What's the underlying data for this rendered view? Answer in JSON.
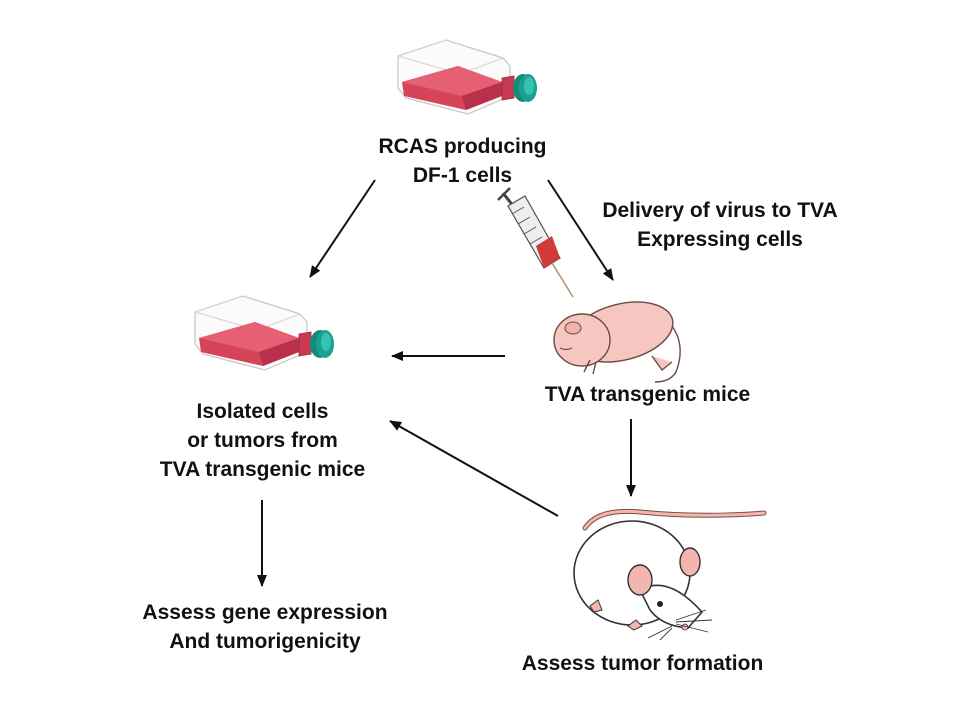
{
  "nodes": {
    "rcas_cells": {
      "lines": [
        "RCAS producing",
        "DF-1 cells"
      ]
    },
    "tva_mice": {
      "lines": [
        "TVA transgenic mice"
      ]
    },
    "isolated_cells": {
      "lines": [
        "Isolated cells",
        "or tumors from",
        "TVA transgenic mice"
      ]
    },
    "assess_gene": {
      "lines": [
        "Assess gene expression",
        "And tumorigenicity"
      ]
    },
    "assess_tumor": {
      "lines": [
        "Assess tumor formation"
      ]
    }
  },
  "edges": {
    "delivery": {
      "lines": [
        "Delivery of virus to TVA",
        "Expressing cells"
      ]
    }
  },
  "icons": {
    "flask": "culture-flask-icon",
    "syringe": "syringe-icon",
    "pup": "newborn-mouse-icon",
    "mouse": "adult-mouse-icon"
  },
  "colors": {
    "flask_medium": "#d6445a",
    "flask_cap": "#1aa090",
    "mouse_pink": "#f6c7c0",
    "arrow": "#111111",
    "text": "#111111"
  }
}
